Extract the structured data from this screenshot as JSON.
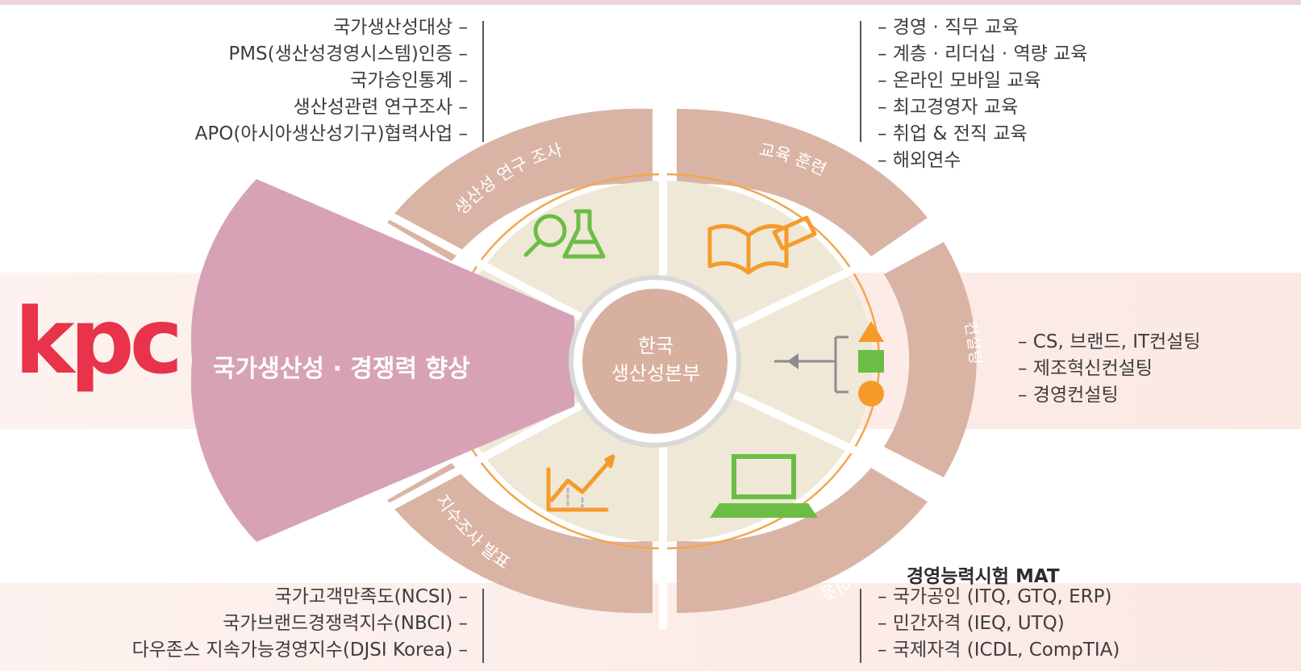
{
  "center": {
    "line1": "한국",
    "line2": "생산성본부"
  },
  "slogan": "국가생산성 · 경쟁력 향상",
  "logo": {
    "text": "kpc"
  },
  "segments": {
    "research": "생산성 연구 조사",
    "training": "교육 훈련",
    "consulting": "컨설팅",
    "certification": "자격인증",
    "index": "지수조사 발표"
  },
  "top_left_list": [
    "국가생산성대상 –",
    "PMS(생산성경영시스템)인증 –",
    "국가승인통계 –",
    "생산성관련 연구조사 –",
    "APO(아시아생산성기구)협력사업 –"
  ],
  "top_right_list": [
    "– 경영 · 직무 교육",
    "– 계층 · 리더십 · 역량 교육",
    "– 온라인 모바일 교육",
    "– 최고경영자 교육",
    "– 취업 & 전직 교육",
    "– 해외연수"
  ],
  "mid_right_list": [
    "– CS, 브랜드, IT컨설팅",
    "– 제조혁신컨설팅",
    "– 경영컨설팅"
  ],
  "bottom_left_list": [
    "국가고객만족도(NCSI) –",
    "국가브랜드경쟁력지수(NBCI) –",
    "다우존스 지속가능경영지수(DJSI Korea) –"
  ],
  "bottom_right": {
    "title": "경영능력시험 MAT",
    "items": [
      "– 국가공인 (ITQ, GTQ, ERP)",
      "– 민간자격 (IEQ, UTQ)",
      "– 국제자격 (ICDL, CompTIA)"
    ]
  },
  "icons": {
    "research": "magnifier-flask-icon",
    "training": "book-pencil-icon",
    "consulting": "flowchart-shapes-icon",
    "certification": "laptop-icon",
    "index": "rising-chart-icon"
  },
  "colors": {
    "ring": "#d9b4a5",
    "ring_inner_line": "#f3a64c",
    "inner_fill": "#efe8d7",
    "center": "#d8b09f",
    "wedge": "#d7a2b6",
    "logo": "#e8334a",
    "icon_green": "#6cbd45",
    "icon_orange": "#f49b2a"
  }
}
